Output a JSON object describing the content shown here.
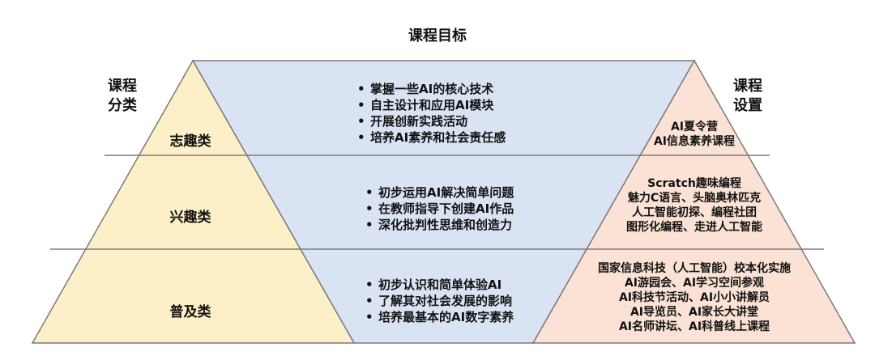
{
  "title": "课程目标",
  "left_header": [
    "课程",
    "分类"
  ],
  "right_header": [
    "课程",
    "设置"
  ],
  "categories": [
    "志趣类",
    "兴趣类",
    "普及类"
  ],
  "goals": [
    [
      "掌握一些AI的核心技术",
      "自主设计和应用AI模块",
      "开展创新实践活动",
      "培养AI素养和社会责任感"
    ],
    [
      "初步运用AI解决简单问题",
      "在教师指导下创建AI作品",
      "深化批判性思维和创造力"
    ],
    [
      "初步认识和简单体验AI",
      "了解其对社会发展的影响",
      "培养最基本的AI数字素养"
    ]
  ],
  "settings": [
    [
      "AI夏令营",
      "AI信息素养课程"
    ],
    [
      "Scratch趣味编程",
      "魅力C语言、头脑奥林匹克",
      "人工智能初探、编程社团",
      "图形化编程、走进人工智能"
    ],
    [
      "国家信息科技（人工智能）校本化实施",
      "AI游园会、AI学习空间参观",
      "AI科技节活动、AI小小讲解员",
      "AI导览员、AI家长大讲堂",
      "AI名师讲坛、AI科普线上课程"
    ]
  ],
  "colors": {
    "left_fill": "#fdf0c8",
    "middle_fill": "#dae3f3",
    "right_fill": "#fbe2d5",
    "stroke": "#7a7a7a"
  }
}
